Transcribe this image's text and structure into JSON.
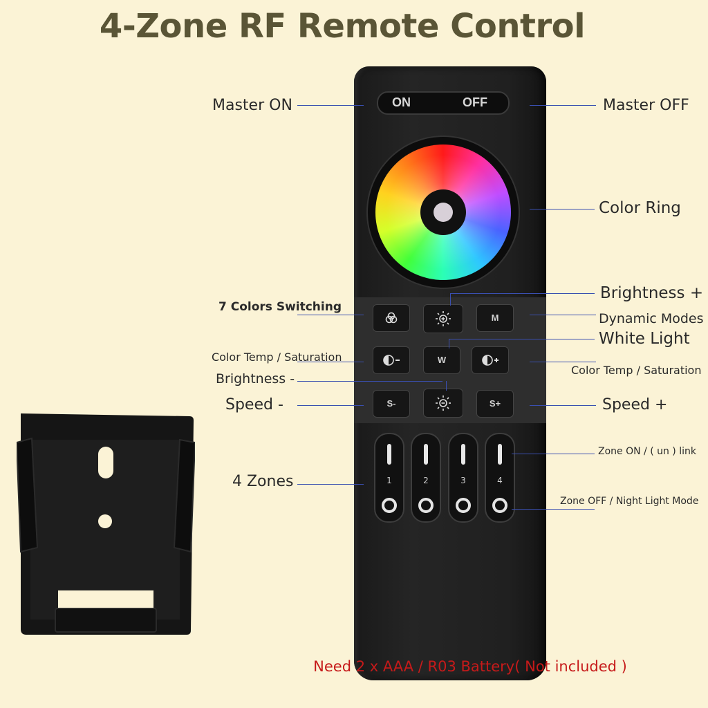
{
  "title": "4-Zone RF Remote Control",
  "remote": {
    "on": "ON",
    "off": "OFF",
    "buttons": {
      "mode": "M",
      "white": "W",
      "speed_minus": "S-",
      "speed_plus": "S+"
    },
    "zones": [
      "1",
      "2",
      "3",
      "4"
    ]
  },
  "labels": {
    "master_on": "Master ON",
    "master_off": "Master OFF",
    "color_ring": "Color Ring",
    "brightness_plus": "Brightness +",
    "seven_colors": "7 Colors Switching",
    "dynamic_modes": "Dynamic Modes",
    "white_light": "White Light",
    "ct_sat_left": "Color Temp / Saturation",
    "ct_sat_right": "Color Temp / Saturation",
    "brightness_minus": "Brightness -",
    "speed_minus": "Speed -",
    "speed_plus": "Speed +",
    "zone_on": "Zone ON / ( un ) link",
    "four_zones": "4 Zones",
    "zone_off": "Zone OFF / Night Light Mode"
  },
  "battery_note": "Need 2 x AAA / R03 Battery( Not included )",
  "colors": {
    "background": "#fbf3d6",
    "title": "#5a5536",
    "leader_line": "#3a4fb0",
    "battery_note": "#c61a1a"
  }
}
